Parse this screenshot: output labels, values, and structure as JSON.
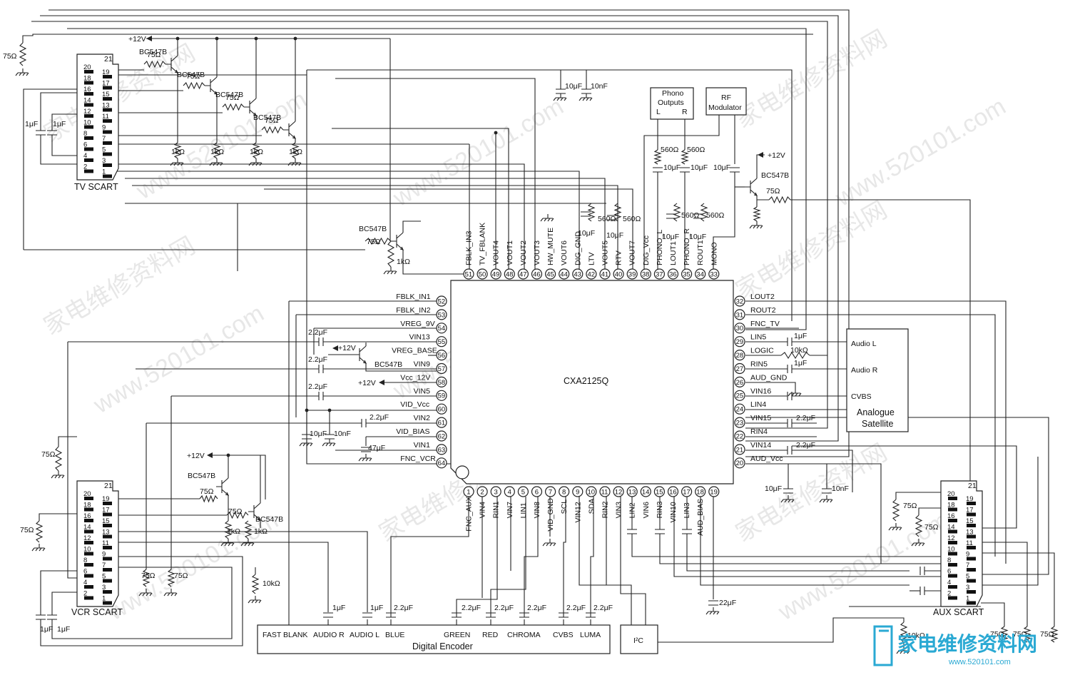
{
  "chip": {
    "name": "CXA2125Q",
    "pins_left": [
      {
        "n": "52",
        "l": "FBLK_IN1"
      },
      {
        "n": "53",
        "l": "FBLK_IN2"
      },
      {
        "n": "54",
        "l": "VREG_9V"
      },
      {
        "n": "55",
        "l": "VIN13"
      },
      {
        "n": "56",
        "l": "VREG_BASE"
      },
      {
        "n": "57",
        "l": "VIN9"
      },
      {
        "n": "58",
        "l": "Vcc_12V"
      },
      {
        "n": "59",
        "l": "VIN5"
      },
      {
        "n": "60",
        "l": "VID_Vcc"
      },
      {
        "n": "61",
        "l": "VIN2"
      },
      {
        "n": "62",
        "l": "VID_BIAS"
      },
      {
        "n": "63",
        "l": "VIN1"
      },
      {
        "n": "64",
        "l": "FNC_VCR"
      }
    ],
    "pins_right": [
      {
        "n": "32",
        "l": "LOUT2"
      },
      {
        "n": "31",
        "l": "ROUT2"
      },
      {
        "n": "30",
        "l": "FNC_TV"
      },
      {
        "n": "29",
        "l": "LIN5"
      },
      {
        "n": "28",
        "l": "LOGIC"
      },
      {
        "n": "27",
        "l": "RIN5"
      },
      {
        "n": "26",
        "l": "AUD_GND"
      },
      {
        "n": "25",
        "l": "VIN16"
      },
      {
        "n": "24",
        "l": "LIN4"
      },
      {
        "n": "23",
        "l": "VIN15"
      },
      {
        "n": "22",
        "l": "RIN4"
      },
      {
        "n": "21",
        "l": "VIN14"
      },
      {
        "n": "20",
        "l": "AUD_Vcc"
      }
    ],
    "pins_top": [
      {
        "n": "51",
        "l": "FBLK_IN3"
      },
      {
        "n": "50",
        "l": "TV_FBLANK"
      },
      {
        "n": "49",
        "l": "VOUT4"
      },
      {
        "n": "48",
        "l": "VOUT1"
      },
      {
        "n": "47",
        "l": "VOUT2"
      },
      {
        "n": "46",
        "l": "VOUT3"
      },
      {
        "n": "45",
        "l": "HW_MUTE"
      },
      {
        "n": "44",
        "l": "VOUT6"
      },
      {
        "n": "43",
        "l": "DIG_GND"
      },
      {
        "n": "42",
        "l": "LTV"
      },
      {
        "n": "41",
        "l": "VOUT5"
      },
      {
        "n": "40",
        "l": "RTV"
      },
      {
        "n": "39",
        "l": "VOUT7"
      },
      {
        "n": "38",
        "l": "DIG_Vcc"
      },
      {
        "n": "37",
        "l": "PHONO_L"
      },
      {
        "n": "36",
        "l": "LOUT1"
      },
      {
        "n": "35",
        "l": "PHONO_R"
      },
      {
        "n": "34",
        "l": "ROUT1"
      },
      {
        "n": "33",
        "l": "MONO"
      }
    ],
    "pins_bottom": [
      {
        "n": "1",
        "l": "FNC_AUX"
      },
      {
        "n": "2",
        "l": "VIN4"
      },
      {
        "n": "3",
        "l": "RIN1"
      },
      {
        "n": "4",
        "l": "VIN7"
      },
      {
        "n": "5",
        "l": "LIN1"
      },
      {
        "n": "6",
        "l": "VIN8"
      },
      {
        "n": "7",
        "l": "VID_GND"
      },
      {
        "n": "8",
        "l": "SCL"
      },
      {
        "n": "9",
        "l": "VIN12"
      },
      {
        "n": "10",
        "l": "SDA"
      },
      {
        "n": "11",
        "l": "RIN2"
      },
      {
        "n": "12",
        "l": "VIN3"
      },
      {
        "n": "13",
        "l": "LIN2"
      },
      {
        "n": "14",
        "l": "VIN6"
      },
      {
        "n": "15",
        "l": "RIN3"
      },
      {
        "n": "16",
        "l": "VIN10"
      },
      {
        "n": "17",
        "l": "LIN3"
      },
      {
        "n": "18",
        "l": "AUD_BIAS"
      },
      {
        "n": "19",
        "l": ""
      }
    ]
  },
  "scarts": {
    "tv": {
      "label": "TV SCART",
      "top": "21",
      "left_pins": [
        "20",
        "18",
        "16",
        "14",
        "12",
        "10",
        "8",
        "6",
        "4",
        "2"
      ],
      "right_pins": [
        "19",
        "17",
        "15",
        "13",
        "11",
        "9",
        "7",
        "5",
        "3",
        "1"
      ]
    },
    "vcr": {
      "label": "VCR SCART",
      "top": "21",
      "left_pins": [
        "20",
        "18",
        "16",
        "14",
        "12",
        "10",
        "8",
        "6",
        "4",
        "2"
      ],
      "right_pins": [
        "19",
        "17",
        "15",
        "13",
        "11",
        "9",
        "7",
        "5",
        "3",
        "1"
      ]
    },
    "aux": {
      "label": "AUX SCART",
      "top": "21",
      "left_pins": [
        "20",
        "18",
        "16",
        "14",
        "12",
        "10",
        "8",
        "6",
        "4",
        "2"
      ],
      "right_pins": [
        "19",
        "17",
        "15",
        "13",
        "11",
        "9",
        "7",
        "5",
        "3",
        "1"
      ]
    }
  },
  "parts": {
    "transistor": "BC547B",
    "r75": "75Ω",
    "r1k": "1kΩ",
    "r560": "560Ω",
    "r10k": "10kΩ",
    "c1u": "1μF",
    "c10u": "10μF",
    "c10n": "10nF",
    "c22u": "2.2μF",
    "c47u": "47μF",
    "c22uF": "22μF",
    "plus12": "+12V"
  },
  "blocks": {
    "phono": {
      "l1": "Phono",
      "l2": "Outputs",
      "l": "L",
      "r": "R"
    },
    "rf": {
      "l1": "RF",
      "l2": "Modulator"
    },
    "sat": {
      "l1": "Analogue",
      "l2": "Satellite",
      "audio_l": "Audio L",
      "audio_r": "Audio R",
      "cvbs": "CVBS"
    },
    "i2c": {
      "label": "I²C"
    },
    "enc": {
      "title": "Digital Encoder",
      "pins": [
        "FAST BLANK",
        "AUDIO R",
        "AUDIO L",
        "BLUE",
        "GREEN",
        "RED",
        "CHROMA",
        "CVBS",
        "LUMA"
      ]
    }
  },
  "watermark": {
    "cn": "家电维修资料网",
    "url": "www.520101.com",
    "logo": "家电维修资料网",
    "logo_url": "www.520101.com"
  }
}
